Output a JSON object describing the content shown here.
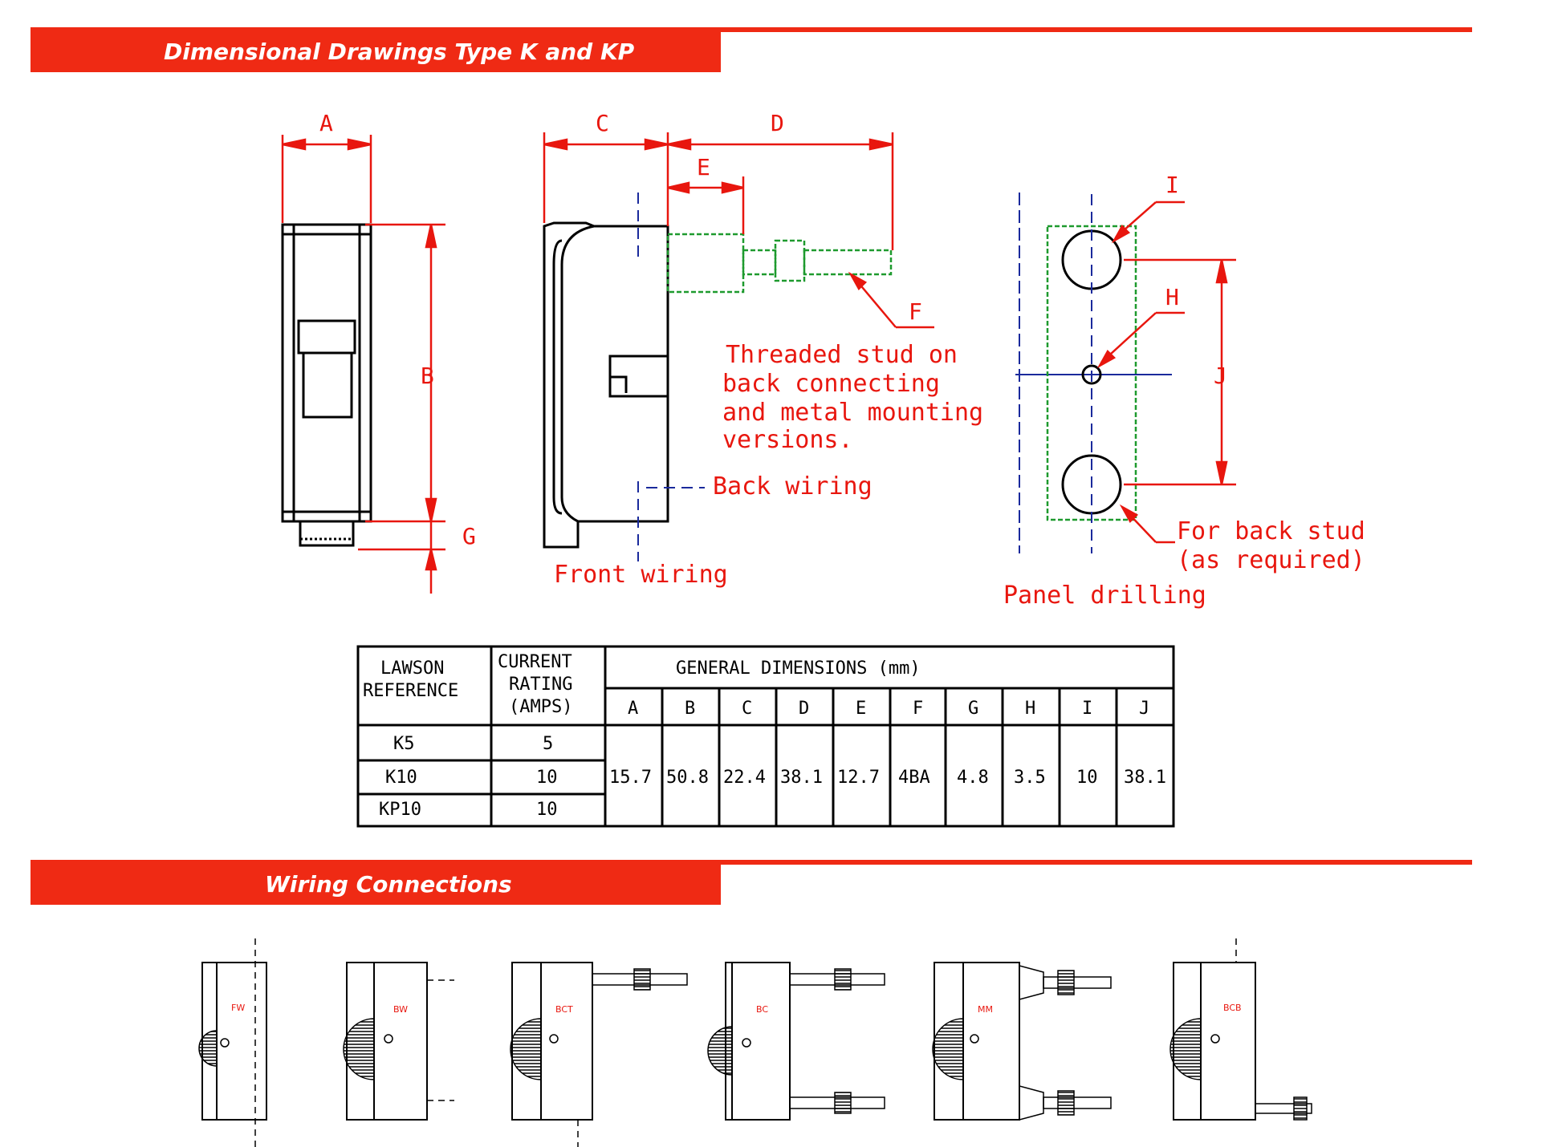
{
  "sections": {
    "dimensional_title": "Dimensional Drawings Type K and KP",
    "wiring_title": "Wiring Connections"
  },
  "drawing": {
    "dimension_letters": [
      "A",
      "B",
      "C",
      "D",
      "E",
      "F",
      "G",
      "H",
      "I",
      "J"
    ],
    "notes": {
      "threaded_stud": [
        "Threaded stud on",
        "back connecting",
        "and metal mounting",
        "versions."
      ],
      "back_wiring": "Back wiring",
      "front_wiring": "Front wiring",
      "back_stud": [
        "For back stud",
        "(as required)"
      ],
      "panel_drilling": "Panel drilling"
    }
  },
  "table": {
    "headers": {
      "reference": [
        "LAWSON",
        "REFERENCE"
      ],
      "rating": [
        "CURRENT",
        "RATING",
        "(AMPS)"
      ],
      "general": "GENERAL DIMENSIONS (mm)"
    },
    "dimension_columns": [
      "A",
      "B",
      "C",
      "D",
      "E",
      "F",
      "G",
      "H",
      "I",
      "J"
    ],
    "rows": [
      {
        "reference": "K5",
        "rating": "5"
      },
      {
        "reference": "K10",
        "rating": "10"
      },
      {
        "reference": "KP10",
        "rating": "10"
      }
    ],
    "dimension_values": [
      "15.7",
      "50.8",
      "22.4",
      "38.1",
      "12.7",
      "4BA",
      "4.8",
      "3.5",
      "10",
      "38.1"
    ]
  },
  "wiring_variants": [
    "FW",
    "BW",
    "BCT",
    "BC",
    "MM",
    "BCB"
  ],
  "colors": {
    "accent_red": "#ef2a14",
    "drawing_red": "#e8160e",
    "stud_green": "#1e9a2e",
    "centerline_blue": "#1a2a9c"
  }
}
